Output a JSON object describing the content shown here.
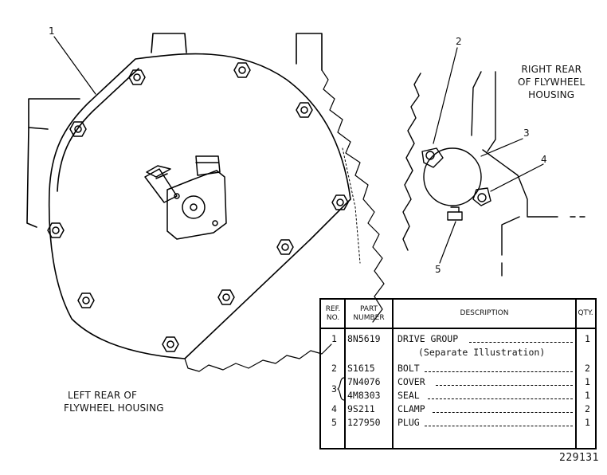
{
  "views": {
    "left": [
      "LEFT REAR OF",
      "FLYWHEEL HOUSING"
    ],
    "right": [
      "RIGHT REAR",
      "OF FLYWHEEL",
      "HOUSING"
    ]
  },
  "callouts": [
    "1",
    "2",
    "3",
    "4",
    "5"
  ],
  "figure_number": "229131",
  "parts_table": {
    "headers": {
      "ref_no": "REF. NO.",
      "part_number": "PART NUMBER",
      "description": "DESCRIPTION",
      "qty": "QTY."
    },
    "rows": [
      {
        "ref": "1",
        "part": "8N5619",
        "desc": "DRIVE GROUP",
        "qty": "1"
      },
      {
        "ref": "",
        "part": "",
        "desc": "(Separate Illustration)",
        "qty": ""
      },
      {
        "ref": "2",
        "part": "S1615",
        "desc": "BOLT",
        "qty": "2"
      },
      {
        "ref": "",
        "part": "7N4076",
        "desc": "COVER",
        "qty": "1"
      },
      {
        "ref": "3",
        "part": "4M8303",
        "desc": "SEAL",
        "qty": "1"
      },
      {
        "ref": "4",
        "part": "9S211",
        "desc": "CLAMP",
        "qty": "2"
      },
      {
        "ref": "5",
        "part": "127950",
        "desc": "PLUG",
        "qty": "1"
      }
    ]
  }
}
